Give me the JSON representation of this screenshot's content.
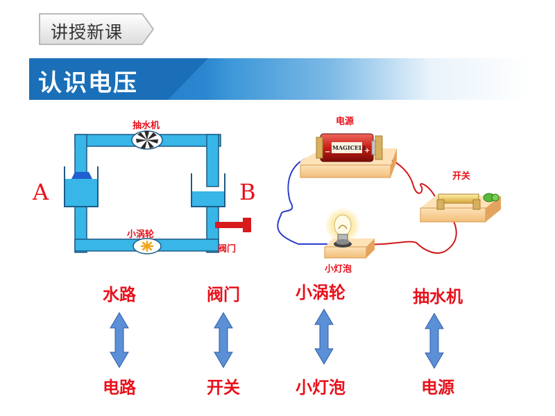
{
  "header": {
    "tag": "讲授新课",
    "title": "认识电压"
  },
  "water_circuit": {
    "left_label": "A",
    "right_label": "B",
    "pump_label": "抽水机",
    "turbine_label": "小涡轮",
    "valve_label": "阀门"
  },
  "electric_circuit": {
    "battery_label": "电源",
    "battery_brand": "MAGICELL",
    "switch_label": "开关",
    "bulb_label": "小灯泡"
  },
  "analogy": [
    {
      "water": "水路",
      "electric": "电路"
    },
    {
      "water": "阀门",
      "electric": "开关"
    },
    {
      "water": "小涡轮",
      "electric": "小灯泡"
    },
    {
      "water": "抽水机",
      "electric": "电源"
    }
  ],
  "colors": {
    "accent": "#e8101b",
    "banner": "#1d7bc8",
    "water": "#38b6e8",
    "arrow": "#5b8fd6"
  }
}
